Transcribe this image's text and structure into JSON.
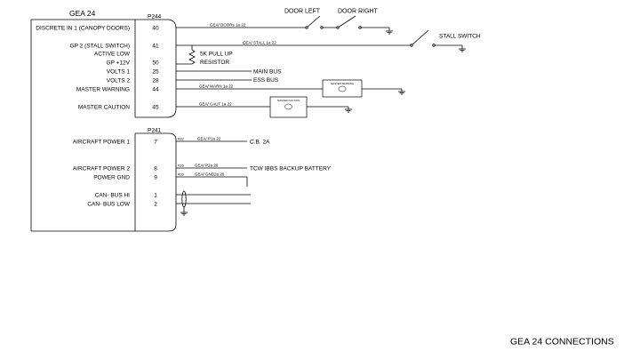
{
  "unit_title": "GEA 24",
  "connectors": {
    "p244": "P244",
    "p241": "P241"
  },
  "pins": [
    {
      "label": "DISCRETE IN 1 (CANOPY DOORS)",
      "pin": "40"
    },
    {
      "label": "GP 2 (STALL SWITCH)",
      "pin": "41"
    },
    {
      "label": "ACTIVE LOW",
      "pin": ""
    },
    {
      "label": "GP +12V",
      "pin": "50"
    },
    {
      "label": "VOLTS 1",
      "pin": "25"
    },
    {
      "label": "VOLTS 2",
      "pin": "28"
    },
    {
      "label": "MASTER WARNING",
      "pin": "44"
    },
    {
      "label": "MASTER CAUTION",
      "pin": "45"
    },
    {
      "label": "AIRCRAFT POWER 1",
      "pin": "7"
    },
    {
      "label": "AIRCRAFT POWER 2",
      "pin": "8"
    },
    {
      "label": "POWER GND",
      "pin": "9"
    },
    {
      "label": "CAN- BUS HI",
      "pin": "1"
    },
    {
      "label": "CAN- BUS LOW",
      "pin": "2"
    }
  ],
  "wires": {
    "doors": "GEA/ DOORs 1a 22",
    "stall": "GEA/ STALL 1a 22",
    "warn": "GEA/ WARN 1a 22",
    "caut": "GEA/ CAUT 1a 22",
    "p1a": "GEA/ P1a 22",
    "p2a": "GEA/ P2a 20",
    "gnd": "GEA/ GND2a 20"
  },
  "gauges": {
    "awg22": "#22",
    "awg20a": "#20",
    "awg20b": "#20"
  },
  "components": {
    "door_left": "DOOR LEFT",
    "door_right": "DOOR RIGHT",
    "stall_switch": "STALL SWITCH",
    "resistor_1": "5K PULL UP",
    "resistor_2": "RESISTOR",
    "main_bus": "MAIN BUS",
    "ess_bus": "ESS BUS",
    "master_warning": "MASTER WARNING",
    "master_caution": "MASTER CAUTION",
    "cb": "C.B. 2A",
    "tcw": "TCW IBBS BACKUP BATTERY"
  },
  "footer_title": "GEA 24 CONNECTIONS"
}
